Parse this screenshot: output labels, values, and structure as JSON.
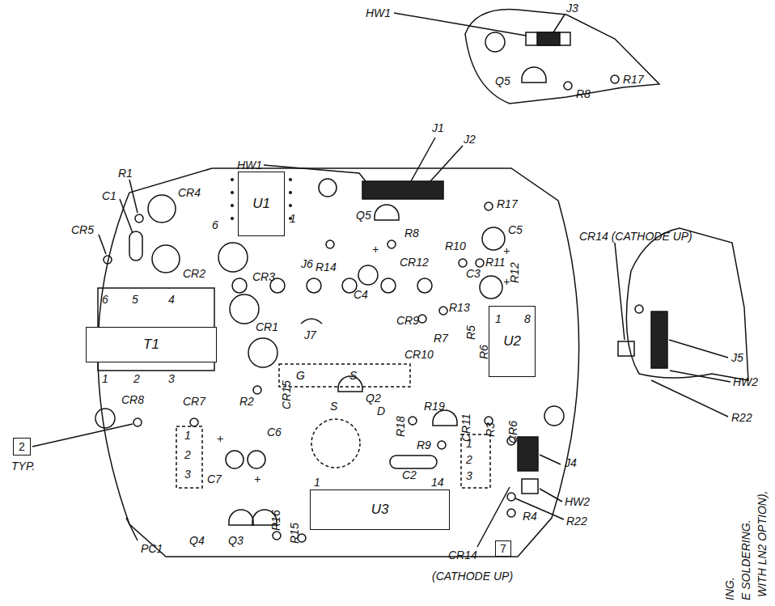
{
  "diagram": {
    "nodes": [
      {
        "text": [
          "U1"
        ]
      },
      {
        "text": [
          "T1"
        ]
      },
      {
        "text": [
          "U2"
        ]
      },
      {
        "text": [
          "U3"
        ]
      },
      {
        "text": [
          "2"
        ]
      },
      {
        "text": [
          "7"
        ]
      }
    ],
    "labels": [
      "HW1",
      "J3",
      "R17",
      "Q5",
      "R8",
      "HW1",
      "J1",
      "J2",
      "R1",
      "C1",
      "CR5",
      "CR4",
      "6",
      "1",
      "CR2",
      "CR3",
      "J6",
      "R14",
      "C4",
      "CR12",
      "R17",
      "Q5",
      "R8",
      "C5",
      "R10",
      "R11",
      "C3",
      "R12",
      "CR1",
      "J7",
      "CR9",
      "R13",
      "R5",
      "R6",
      "R7",
      "CR10",
      "1",
      "8",
      "6",
      "5",
      "4",
      "1",
      "2",
      "3",
      "G",
      "S",
      "S",
      "D",
      "R2",
      "CR15",
      "Q2",
      "CR8",
      "CR7",
      "TYP.",
      "R18",
      "R19",
      "CR11",
      "R3",
      "CR6",
      "R9",
      "C2",
      "1",
      "2",
      "3",
      "J4",
      "HW2",
      "R22",
      "R4",
      "CR14",
      "(CATHODE UP)",
      "1",
      "2",
      "3",
      "+",
      "C6",
      "C7",
      "+",
      "Q4",
      "R16",
      "R15",
      "Q3",
      "1",
      "14",
      "PC1",
      "CR14 (CATHODE UP)",
      "J5",
      "HW2",
      "R22",
      "ING.",
      "E SOLDERING.",
      "WITH LN2 OPTION),",
      "+",
      "+",
      "+"
    ]
  }
}
